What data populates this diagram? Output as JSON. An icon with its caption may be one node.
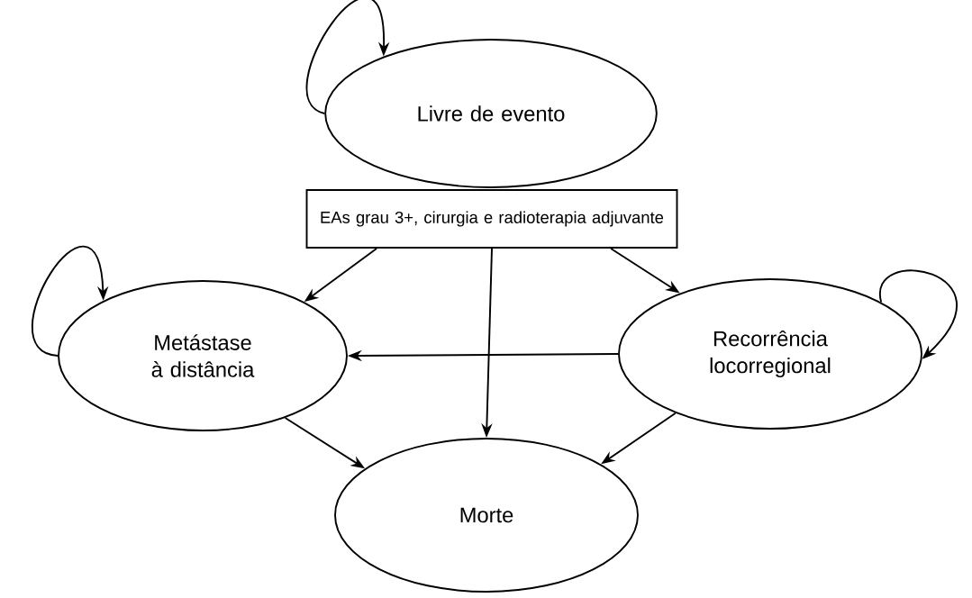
{
  "diagram": {
    "nodes": [
      {
        "text": [
          "Livre de evento"
        ]
      },
      {
        "text": [
          "EAs grau 3+, cirurgia e radioterapia adjuvante"
        ]
      },
      {
        "text": [
          "Metástase à distância"
        ]
      },
      {
        "text": [
          "Recorrência locorregional"
        ]
      },
      {
        "text": [
          "Morte"
        ]
      }
    ],
    "edges": [
      {
        "from": 0,
        "to": 0,
        "arrow": "to"
      },
      {
        "from": 1,
        "to": 2,
        "arrow": "to"
      },
      {
        "from": 1,
        "to": 4,
        "arrow": "to"
      },
      {
        "from": 1,
        "to": 3,
        "arrow": "to"
      },
      {
        "from": 2,
        "to": 2,
        "arrow": "to"
      },
      {
        "from": 3,
        "to": 3,
        "arrow": "to"
      },
      {
        "from": 3,
        "to": 2,
        "arrow": "to"
      },
      {
        "from": 2,
        "to": 4,
        "arrow": "to"
      },
      {
        "from": 3,
        "to": 4,
        "arrow": "to"
      }
    ]
  }
}
